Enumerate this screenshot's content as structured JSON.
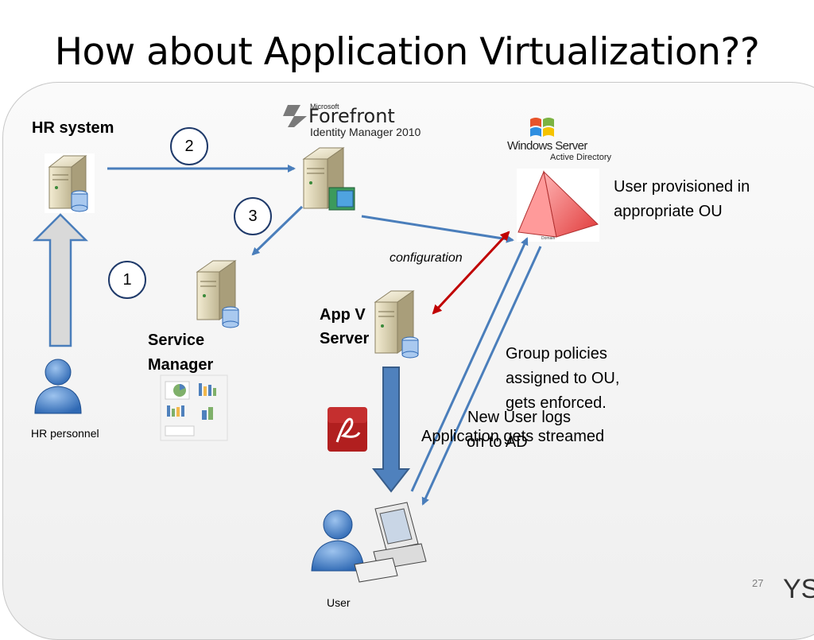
{
  "title": "How about Application Virtualization??",
  "labels": {
    "hr_system": "HR system",
    "hr_personnel": "HR personnel",
    "service_manager_line1": "Service",
    "service_manager_line2": "Manager",
    "appv_line1": "App V",
    "appv_line2": "Server",
    "user": "User",
    "configuration": "configuration",
    "user_provisioned_line1": "User provisioned in",
    "user_provisioned_line2": "appropriate OU",
    "group_policies_line1": "Group policies",
    "group_policies_line2": "assigned to OU,",
    "group_policies_line3": "gets enforced.",
    "new_user_line1": "New User logs",
    "new_user_line2": "on to AD",
    "app_streamed": "Application gets streamed",
    "domain_small": "Domain"
  },
  "steps": [
    "1",
    "2",
    "3"
  ],
  "logos": {
    "forefront_microsoft": "Microsoft",
    "forefront_name": "Forefront",
    "forefront_product": "Identity Manager 2010",
    "windows_server": "Windows Server",
    "active_directory": "Active Directory"
  },
  "page_number": "27",
  "corner_text": "YS",
  "colors": {
    "arrow_blue": "#4a7ebb",
    "arrow_red": "#c00000",
    "circle_border": "#1f3a6a",
    "up_arrow_fill": "#d9d9d9",
    "down_arrow_fill": "#4f81bd"
  }
}
